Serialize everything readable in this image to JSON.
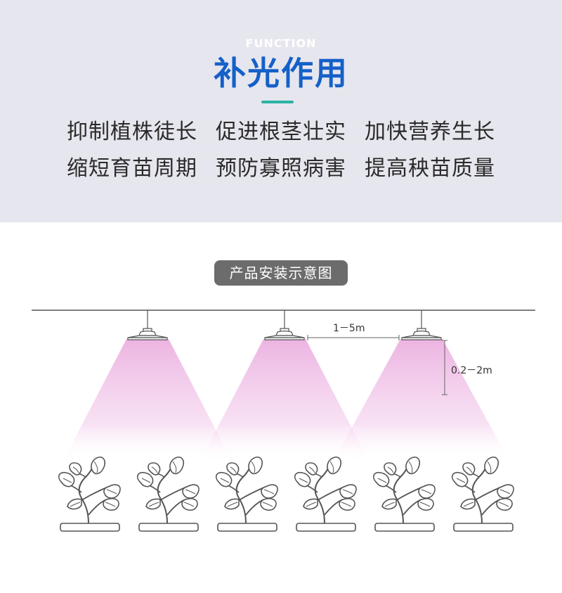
{
  "header": {
    "eyebrow": "FUNCTION",
    "title": "补光作用",
    "benefits": [
      [
        "抑制植株徒长",
        "促进根茎壮实",
        "加快营养生长"
      ],
      [
        "缩短育苗周期",
        "预防寡照病害",
        "提高秧苗质量"
      ]
    ]
  },
  "diagram": {
    "badge": "产品安装示意图",
    "lamp_spacing_label": "1－5m",
    "lamp_height_label": "0.2－2m",
    "lamp_count": 3,
    "plant_count": 6,
    "colors": {
      "light_beam": "#e9a6dc",
      "line": "#555555",
      "title_blue": "#1560c9",
      "accent": "#2bb3a4"
    }
  }
}
